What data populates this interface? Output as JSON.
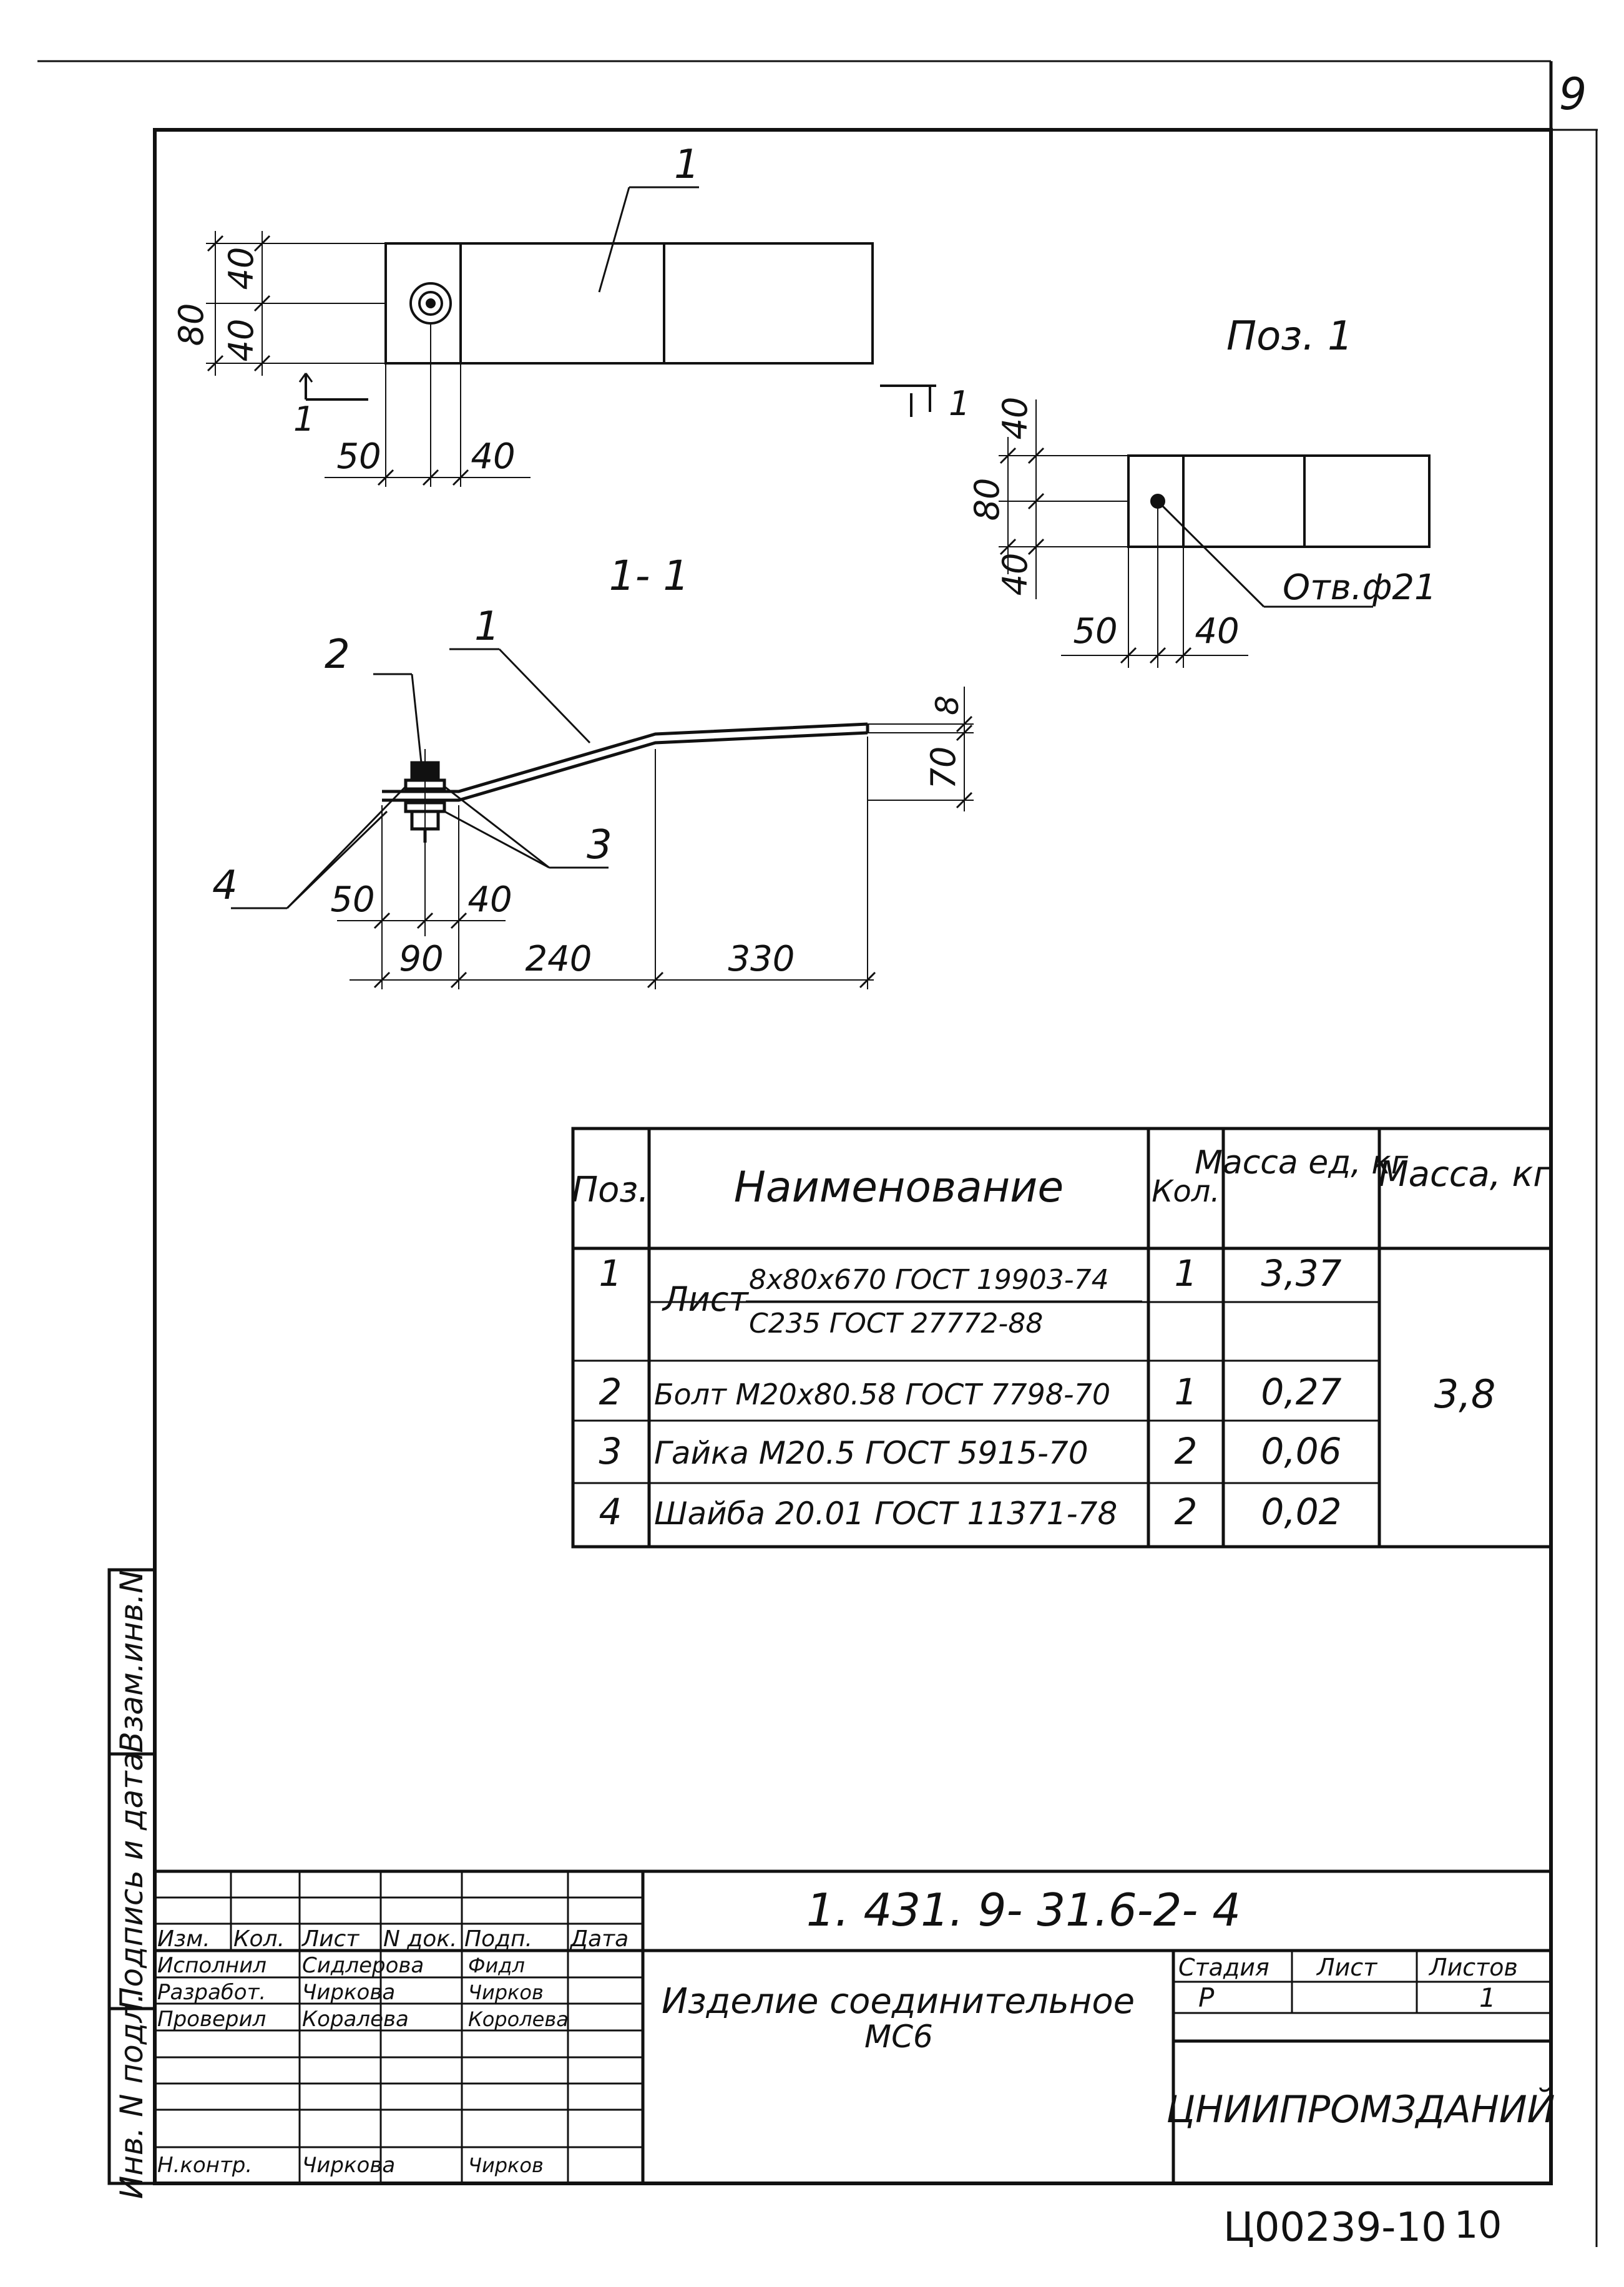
{
  "sheet": {
    "page_number": "9",
    "ink": "#111111",
    "paper": "#ffffff"
  },
  "view_top": {
    "leader": "1",
    "dims": {
      "h80": "80",
      "h40a": "40",
      "h40b": "40",
      "w50": "50",
      "w40": "40"
    },
    "section_mark": "1"
  },
  "view_pos": {
    "title": "Поз. 1",
    "section_mark": "1",
    "dims": {
      "h40a": "40",
      "h80": "80",
      "h40b": "40",
      "w50": "50",
      "w40": "40"
    },
    "hole_note": "Отв.ф21"
  },
  "section": {
    "title": "1- 1",
    "labels": {
      "p1": "1",
      "p2": "2",
      "p3": "3",
      "p4": "4"
    },
    "dims": {
      "t8": "8",
      "h70": "70",
      "w50": "50",
      "w40": "40",
      "w90": "90",
      "w240": "240",
      "w330": "330"
    }
  },
  "spec": {
    "headers": {
      "pos": "Поз.",
      "name": "Наименование",
      "qty": "Кол.",
      "unit_mass": "Масса ед, кг",
      "mass": "Масса, кг"
    },
    "rows": [
      {
        "pos": "1",
        "name_prefix": "Лист",
        "name_top": "8х80х670 ГОСТ 19903-74",
        "name_bottom": "С235 ГОСТ 27772-88",
        "qty": "1",
        "unit_mass": "3,37"
      },
      {
        "pos": "2",
        "name": "Болт М20х80.58 ГОСТ 7798-70",
        "qty": "1",
        "unit_mass": "0,27"
      },
      {
        "pos": "3",
        "name": "Гайка М20.5 ГОСТ 5915-70",
        "qty": "2",
        "unit_mass": "0,06"
      },
      {
        "pos": "4",
        "name": "Шайба 20.01 ГОСТ 11371-78",
        "qty": "2",
        "unit_mass": "0,02"
      }
    ],
    "total_mass": "3,8"
  },
  "side_stamp": {
    "inv_podl": "Инв. N подл.",
    "podp_data": "Подпись и дата",
    "vzam_inv": "Взам.инв.N"
  },
  "title_block": {
    "code": "1. 431. 9- 31.6-2- 4",
    "headers": {
      "izm": "Изм.",
      "kol": "Кол.",
      "list": "Лист",
      "ndok": "N док.",
      "podp": "Подп.",
      "data": "Дата"
    },
    "people": [
      {
        "role": "Исполнил",
        "name": "Сидлерова",
        "sign": "Фидл"
      },
      {
        "role": "Разработ.",
        "name": "Чиркова",
        "sign": "Чирков"
      },
      {
        "role": "Проверил",
        "name": "Коралева",
        "sign": "Королева"
      },
      {
        "role": "Н.контр.",
        "name": "Чиркова",
        "sign": "Чирков"
      }
    ],
    "product_line1": "Изделие   соединительное",
    "product_line2": "МС6",
    "stage_label": "Стадия",
    "sheet_label": "Лист",
    "sheets_label": "Листов",
    "stage": "Р",
    "sheet": "",
    "sheets": "1",
    "org": "ЦНИИПРОМЗДАНИЙ"
  },
  "archive_stamp": "Ц00239-10",
  "archive_sheet": "10"
}
